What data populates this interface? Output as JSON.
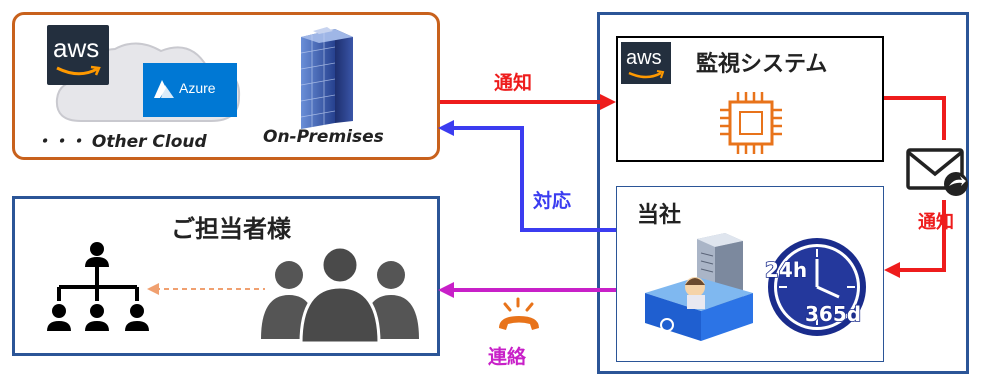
{
  "cloud_box": {
    "aws_logo": "aws",
    "azure_logo": "Azure",
    "other_cloud_label": "・・・ Other Cloud",
    "onprem_label": "On-Premises"
  },
  "monitor_box": {
    "aws_logo": "aws",
    "title": "監視システム"
  },
  "company_box": {
    "title": "当社",
    "clock_24h": "24h",
    "clock_365d": "365d"
  },
  "customer_box": {
    "title": "ご担当者様"
  },
  "arrows": {
    "notify_top": "通知",
    "respond": "対応",
    "notify_right": "通知",
    "contact": "連絡"
  },
  "colors": {
    "red": "#ee1c1c",
    "blue": "#3b3cf0",
    "magenta": "#c820c8",
    "orange_border": "#c8611c",
    "navy_border": "#2b5597"
  }
}
